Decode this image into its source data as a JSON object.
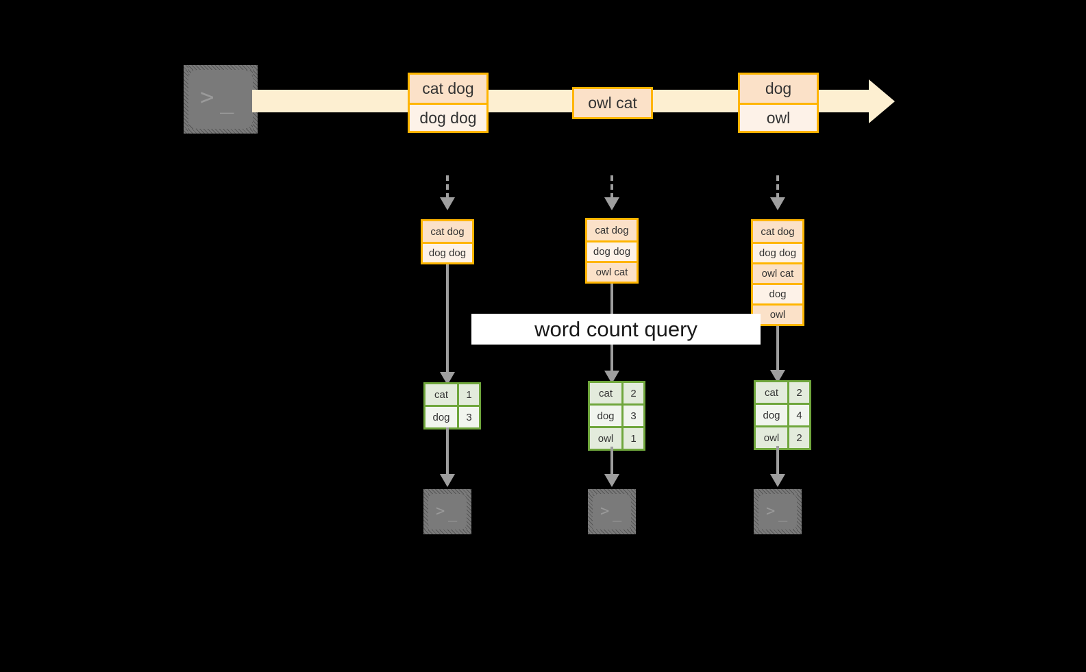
{
  "diagram": {
    "title_banner": "word count query",
    "colors": {
      "background": "#000000",
      "stream_arrow": "#FDEFD1",
      "record_border": "#FFB500",
      "record_fill_dark": "#FBE1C8",
      "record_fill_light": "#FDF2E8",
      "result_border": "#6FA63C",
      "result_fill_dark": "#E3EBDC",
      "result_fill_light": "#F1F5EE",
      "connector": "#9E9E9E",
      "terminal_icon": "#7A7A7A",
      "banner_bg": "#FFFFFF"
    },
    "source": {
      "icon": "terminal-prompt-icon",
      "glyph_chevron": ">",
      "glyph_underscore": "_"
    },
    "stream": {
      "arrow_icon": "right-arrow-icon",
      "batches": [
        {
          "name": "batch-1",
          "lines": [
            "cat dog",
            "dog dog"
          ]
        },
        {
          "name": "batch-2",
          "lines": [
            "owl cat"
          ]
        },
        {
          "name": "batch-3",
          "lines": [
            "dog",
            "owl"
          ]
        }
      ]
    },
    "columns": [
      {
        "name": "column-1",
        "input_table": {
          "rows": [
            "cat dog",
            "dog dog"
          ]
        },
        "result_table": {
          "rows": [
            {
              "word": "cat",
              "count": "1"
            },
            {
              "word": "dog",
              "count": "3"
            }
          ]
        },
        "sink": {
          "icon": "terminal-prompt-icon",
          "glyph_chevron": ">",
          "glyph_underscore": "_"
        }
      },
      {
        "name": "column-2",
        "input_table": {
          "rows": [
            "cat dog",
            "dog dog",
            "owl cat"
          ]
        },
        "result_table": {
          "rows": [
            {
              "word": "cat",
              "count": "2"
            },
            {
              "word": "dog",
              "count": "3"
            },
            {
              "word": "owl",
              "count": "1"
            }
          ]
        },
        "sink": {
          "icon": "terminal-prompt-icon",
          "glyph_chevron": ">",
          "glyph_underscore": "_"
        }
      },
      {
        "name": "column-3",
        "input_table": {
          "rows": [
            "cat dog",
            "dog dog",
            "owl cat",
            "dog",
            "owl"
          ]
        },
        "result_table": {
          "rows": [
            {
              "word": "cat",
              "count": "2"
            },
            {
              "word": "dog",
              "count": "4"
            },
            {
              "word": "owl",
              "count": "2"
            }
          ]
        },
        "sink": {
          "icon": "terminal-prompt-icon",
          "glyph_chevron": ">",
          "glyph_underscore": "_"
        }
      }
    ]
  }
}
